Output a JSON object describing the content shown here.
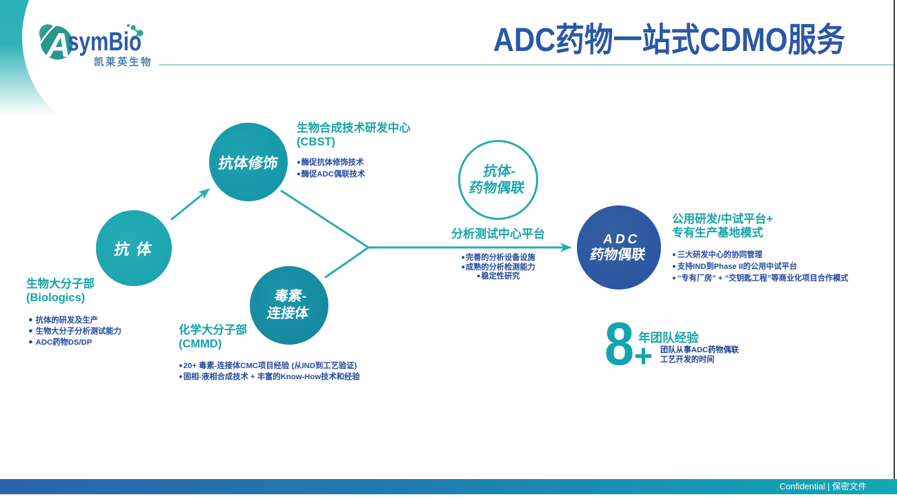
{
  "logo": {
    "brand_initial": "A",
    "brand_rest": "symBio",
    "subtitle": "凯莱英生物"
  },
  "title": "ADC药物一站式CDMO服务",
  "icons": {
    "bullet": "●"
  },
  "nodes": {
    "antibody": {
      "label": "抗 体"
    },
    "antibody_mod": {
      "label": "抗体修饰"
    },
    "toxin_linker": {
      "line1": "毒素-",
      "line2": "连接体"
    },
    "conjugation_outline": {
      "line1": "抗体-",
      "line2": "药物偶联"
    },
    "adc": {
      "line1": "ADC",
      "line2": "药物偶联"
    }
  },
  "blocks": {
    "cbst": {
      "heading_line1": "生物合成技术研发中心",
      "heading_line2": "(CBST)",
      "bullets": [
        "酶促抗体修饰技术",
        "酶促ADC偶联技术"
      ]
    },
    "biologics": {
      "heading_line1": "生物大分子部",
      "heading_line2": "(Biologics)",
      "bullets": [
        "抗体的研发及生产",
        "生物大分子分析测试能力",
        "ADC药物DS/DP"
      ]
    },
    "cmmd": {
      "heading_line1": "化学大分子部",
      "heading_line2": "(CMMD)",
      "bullets": [
        "20+ 毒素-连接体CMC项目经验 (从IND到工艺验证)",
        "固相-液相合成技术 + 丰富的Know-How技术和经验"
      ]
    },
    "analytics": {
      "heading": "分析测试中心平台",
      "bullets": [
        "完善的分析设备设施",
        "成熟的分析检测能力",
        "稳定性研究"
      ]
    },
    "platform": {
      "heading_line1": "公用研发/中试平台+",
      "heading_line2": "专有生产基地模式",
      "bullets": [
        "三大研发中心的协同管理",
        "支持IND到Phase II的公用中试平台",
        "“专有厂房” + “交钥匙工程”等商业化项目合作模式"
      ]
    },
    "experience": {
      "number": "8",
      "plus": "+",
      "label": "年团队经验",
      "desc_line1": "团队从事ADC药物偶联",
      "desc_line2": "工艺开发的时间"
    }
  },
  "footer": {
    "confidential": "Confidential | 保密文件"
  },
  "colors": {
    "teal": "#14a3a8",
    "teal_circle": "#1ba4b0",
    "dark_blue_text": "#21418e",
    "title_blue": "#2b57a5",
    "adc_circle_blue": "#2d57a3",
    "footer_left": "#2b63af",
    "footer_right": "#12a8b5"
  }
}
